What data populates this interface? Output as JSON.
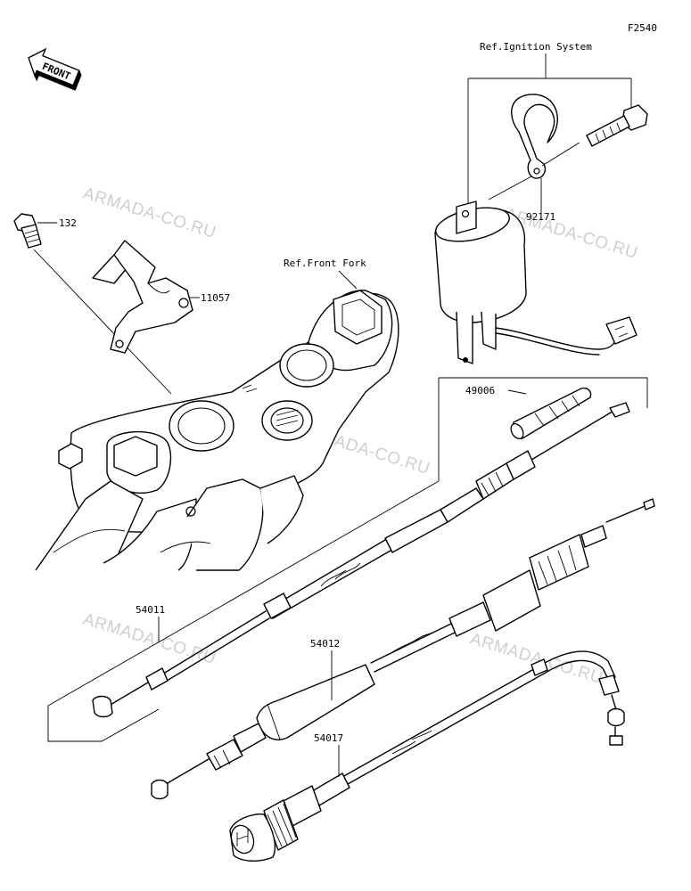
{
  "figure_code": "F2540",
  "front_label": "FRONT",
  "references": {
    "ignition": "Ref.Ignition System",
    "front_fork": "Ref.Front Fork"
  },
  "watermark": "ARMADA-CO.RU",
  "parts": {
    "p132": "132",
    "p11057": "11057",
    "p92171": "92171",
    "p49006": "49006",
    "p54011": "54011",
    "p54012": "54012",
    "p54017": "54017"
  }
}
